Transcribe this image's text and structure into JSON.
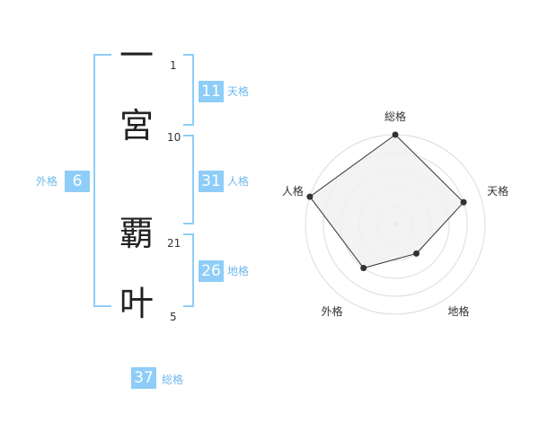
{
  "name_chars": [
    {
      "char": "一",
      "strokes": "1"
    },
    {
      "char": "宮",
      "strokes": "10"
    },
    {
      "char": "覇",
      "strokes": "21"
    },
    {
      "char": "叶",
      "strokes": "5"
    }
  ],
  "kakusu": {
    "tenkaku": {
      "value": "11",
      "label": "天格"
    },
    "jinkaku": {
      "value": "31",
      "label": "人格"
    },
    "chikaku": {
      "value": "26",
      "label": "地格"
    },
    "gaikaku": {
      "value": "6",
      "label": "外格"
    },
    "soukaku": {
      "value": "37",
      "label": "総格"
    }
  },
  "colors": {
    "accent": "#8ecdf7",
    "accent_text": "#6fb8ec",
    "radar_fill": "#f1f1f1",
    "radar_line": "#333333"
  },
  "chart_data": {
    "type": "radar",
    "axes": [
      "総格",
      "天格",
      "地格",
      "外格",
      "人格"
    ],
    "values": [
      5,
      4,
      2,
      3,
      5
    ],
    "range": [
      0,
      5
    ],
    "rings": 5
  }
}
